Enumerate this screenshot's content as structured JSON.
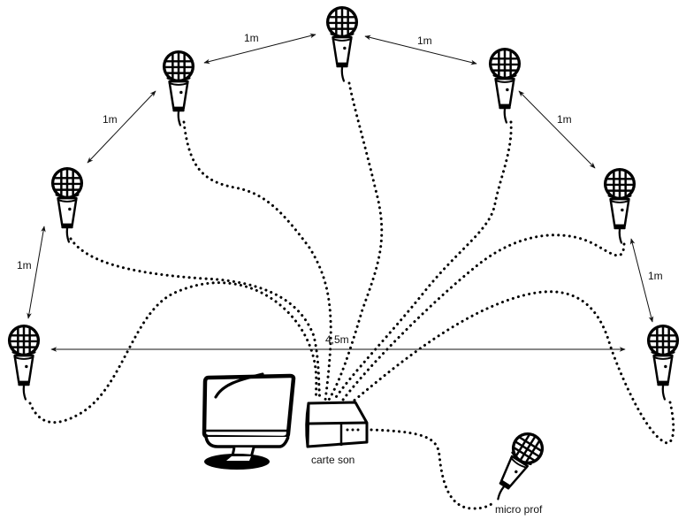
{
  "diagram": {
    "type": "microphone-array-setup",
    "colors": {
      "ink": "#000000",
      "background": "#ffffff"
    },
    "nodes": [
      {
        "id": "mic-1",
        "kind": "microphone",
        "label": ""
      },
      {
        "id": "mic-2",
        "kind": "microphone",
        "label": ""
      },
      {
        "id": "mic-3",
        "kind": "microphone",
        "label": ""
      },
      {
        "id": "mic-4",
        "kind": "microphone",
        "label": ""
      },
      {
        "id": "mic-5",
        "kind": "microphone",
        "label": ""
      },
      {
        "id": "mic-6",
        "kind": "microphone",
        "label": ""
      },
      {
        "id": "mic-7",
        "kind": "microphone",
        "label": ""
      },
      {
        "id": "mic-8",
        "kind": "microphone",
        "label": ""
      },
      {
        "id": "monitor",
        "kind": "computer-monitor",
        "label": ""
      },
      {
        "id": "sound-card",
        "kind": "audio-interface",
        "label": "carte son"
      },
      {
        "id": "teacher-mic",
        "kind": "microphone",
        "label": "micro prof"
      }
    ],
    "distances": [
      {
        "from": "mic-1",
        "to": "mic-2",
        "label": "1m"
      },
      {
        "from": "mic-2",
        "to": "mic-3",
        "label": "1m"
      },
      {
        "from": "mic-3",
        "to": "mic-4",
        "label": "1m"
      },
      {
        "from": "mic-4",
        "to": "mic-5",
        "label": "1m"
      },
      {
        "from": "mic-5",
        "to": "mic-6",
        "label": "1m"
      },
      {
        "from": "mic-6",
        "to": "mic-7",
        "label": "1m"
      },
      {
        "from": "mic-7",
        "to": "mic-8",
        "label": "1m"
      },
      {
        "from": "mic-1",
        "to": "mic-8",
        "label": "4,5m"
      }
    ],
    "connections": [
      {
        "from": "mic-1",
        "to": "sound-card",
        "style": "dotted"
      },
      {
        "from": "mic-2",
        "to": "sound-card",
        "style": "dotted"
      },
      {
        "from": "mic-3",
        "to": "sound-card",
        "style": "dotted"
      },
      {
        "from": "mic-4",
        "to": "sound-card",
        "style": "dotted"
      },
      {
        "from": "mic-5",
        "to": "sound-card",
        "style": "dotted"
      },
      {
        "from": "mic-6",
        "to": "sound-card",
        "style": "dotted"
      },
      {
        "from": "mic-7",
        "to": "sound-card",
        "style": "dotted"
      },
      {
        "from": "mic-8",
        "to": "sound-card",
        "style": "dotted"
      },
      {
        "from": "teacher-mic",
        "to": "sound-card",
        "style": "dotted"
      }
    ]
  }
}
